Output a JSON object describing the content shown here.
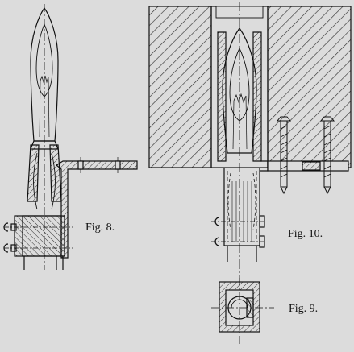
{
  "figures": {
    "fig8": {
      "label": "Fig. 8."
    },
    "fig9": {
      "label": "Fig. 9."
    },
    "fig10": {
      "label": "Fig. 10."
    }
  },
  "colors": {
    "paper": "#dcdcdc",
    "ink": "#111111",
    "hatch": "#333333"
  }
}
